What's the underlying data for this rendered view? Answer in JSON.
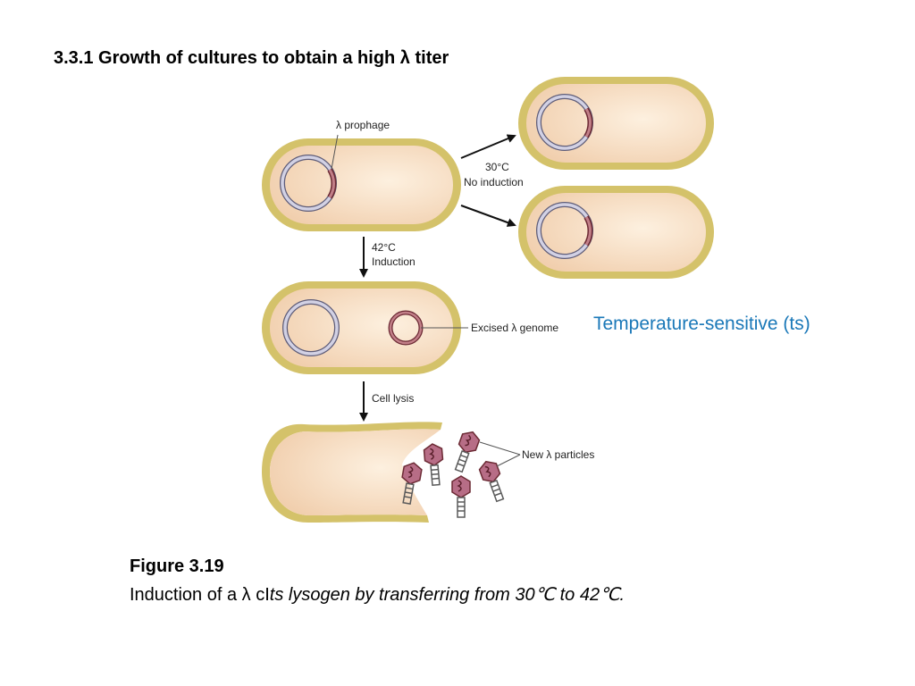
{
  "title": "3.3.1 Growth of cultures to obtain a high λ titer",
  "annotation": "Temperature-sensitive (ts)",
  "diagram": {
    "prophage_label": "λ prophage",
    "no_induction_temp": "30°C",
    "no_induction_label": "No induction",
    "induction_temp": "42°C",
    "induction_label": "Induction",
    "excised_label": "Excised λ genome",
    "lysis_label": "Cell lysis",
    "particles_label": "New λ particles"
  },
  "caption": {
    "figure": "Figure 3.19",
    "prefix": "Induction of a λ ",
    "gene": "cI",
    "rest": "ts lysogen by transferring from 30℃ to 42℃."
  },
  "colors": {
    "cell_fill": "#f6dcc0",
    "cell_wall": "#d6c468",
    "chromosome": "#c9c8dc",
    "prophage": "#a8505e",
    "phage_head": "#b76d86",
    "accent_text": "#1a78b8"
  }
}
